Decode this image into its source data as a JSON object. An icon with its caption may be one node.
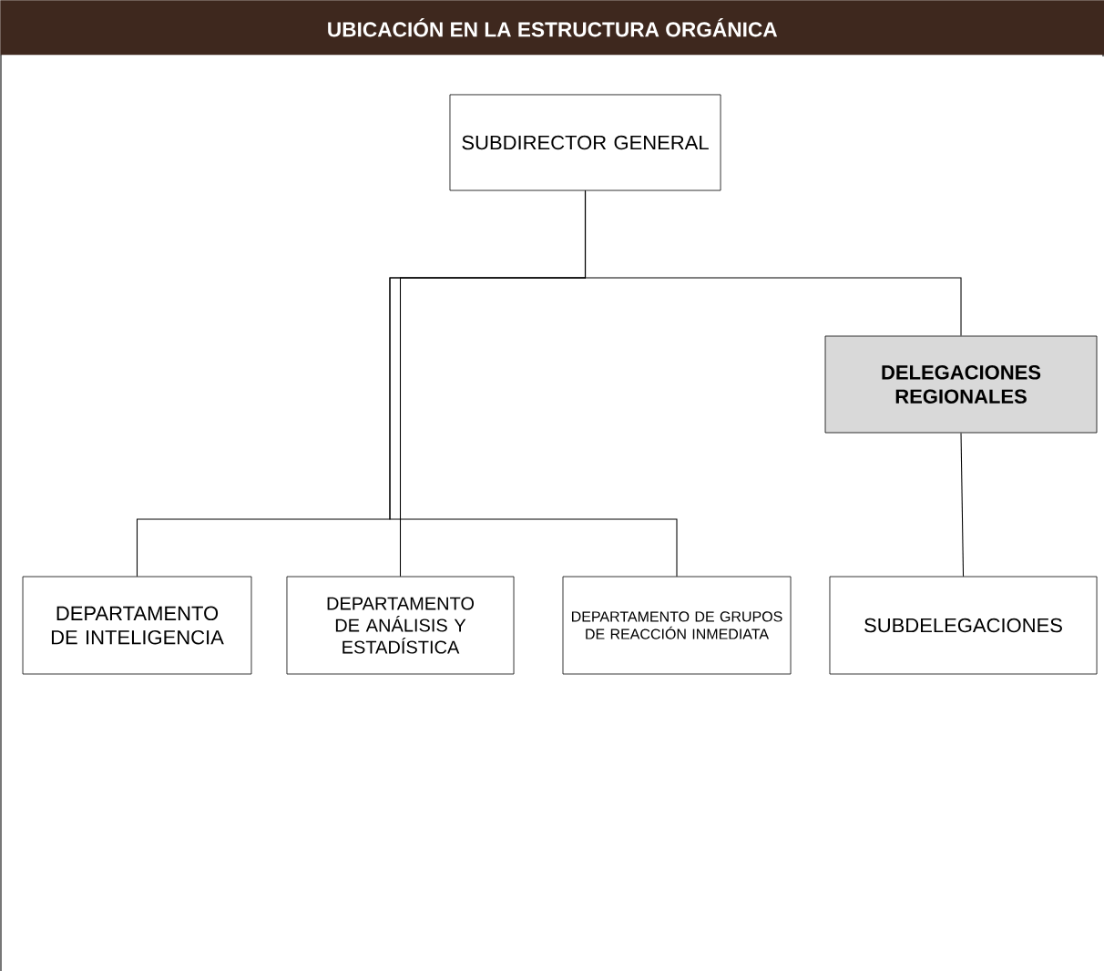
{
  "diagram": {
    "title": "UBICACIÓN EN LA ESTRUCTURA ORGÁNICA",
    "nodes": [
      {
        "text": [
          "SUBDIRECTOR GENERAL"
        ]
      },
      {
        "text": [
          "DELEGACIONES REGIONALES"
        ]
      },
      {
        "text": [
          "DEPARTAMENTO DE INTELIGENCIA"
        ]
      },
      {
        "text": [
          "DEPARTAMENTO DE ANÁLISIS Y ESTADÍSTICA"
        ]
      },
      {
        "text": [
          "DEPARTAMENTO DE GRUPOS DE REACCIÓN INMEDIATA"
        ]
      },
      {
        "text": [
          "SUBDELEGACIONES"
        ]
      }
    ],
    "edges": [
      {
        "from": 0,
        "to": 1,
        "arrow": "none"
      },
      {
        "from": 0,
        "to": 3,
        "arrow": "none"
      },
      {
        "from": 0,
        "to": 2,
        "arrow": "none"
      },
      {
        "from": 0,
        "to": 4,
        "arrow": "none"
      },
      {
        "from": 1,
        "to": 5,
        "arrow": "none"
      }
    ]
  }
}
